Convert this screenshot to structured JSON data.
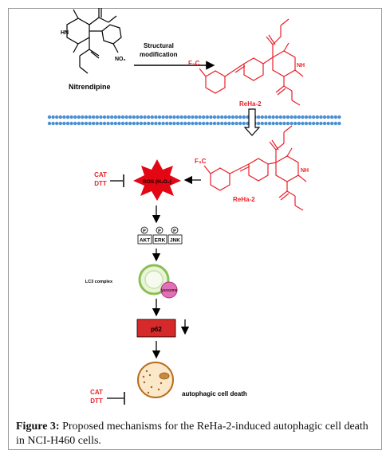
{
  "top": {
    "arrow_label_1": "Structural",
    "arrow_label_2": "modification",
    "left_compound": "Nitrendipine",
    "left_nh": "HN",
    "left_no2": "NO₂",
    "right_nh": "NH",
    "right_cf3": "F₃C",
    "membrane_label": "ReHa-2"
  },
  "middle": {
    "cf3": "F₃C",
    "nh": "NH",
    "compound": "ReHa-2",
    "ros": "ROS (H₂O₂)",
    "inhibitor_1_a": "CAT",
    "inhibitor_1_b": "DTT"
  },
  "kinases": [
    {
      "p": "P",
      "label": "AKT"
    },
    {
      "p": "P",
      "label": "ERK"
    },
    {
      "p": "P",
      "label": "JNK"
    }
  ],
  "autophagy": {
    "lc3": "LC3 complex",
    "lysosome": "lysosome",
    "p62": "p62",
    "final": "autophagic cell death",
    "inhibitor_2_a": "CAT",
    "inhibitor_2_b": "DTT"
  },
  "caption": {
    "label": "Figure 3:",
    "text": " Proposed mechanisms for the ReHa-2-induced autophagic cell death in NCI-H460 cells."
  },
  "colors": {
    "red": "#e8212a",
    "membrane": "#4a8fd6",
    "p62_fill": "#d62a2a",
    "ros_fill": "#e30613",
    "lysosome": "#e36fb5"
  }
}
